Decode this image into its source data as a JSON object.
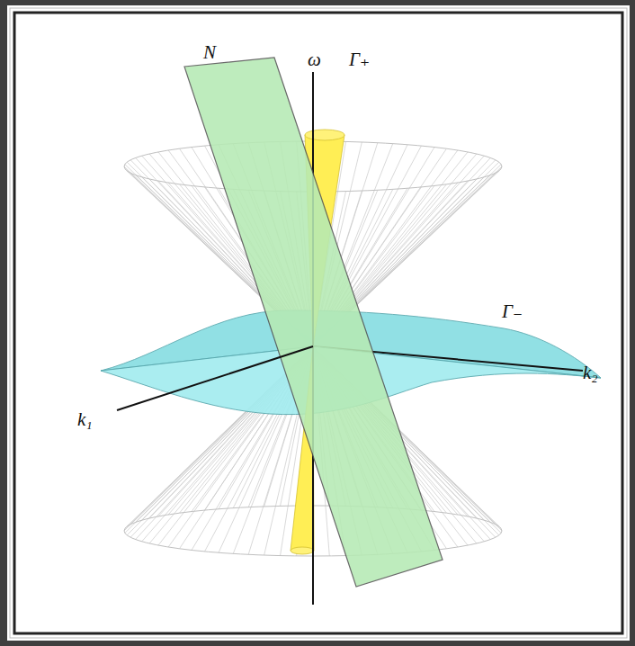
{
  "diagram": {
    "labels": [
      "ω",
      "N",
      "Γ₊",
      "Γ₋",
      "k₂",
      "k₁"
    ]
  }
}
